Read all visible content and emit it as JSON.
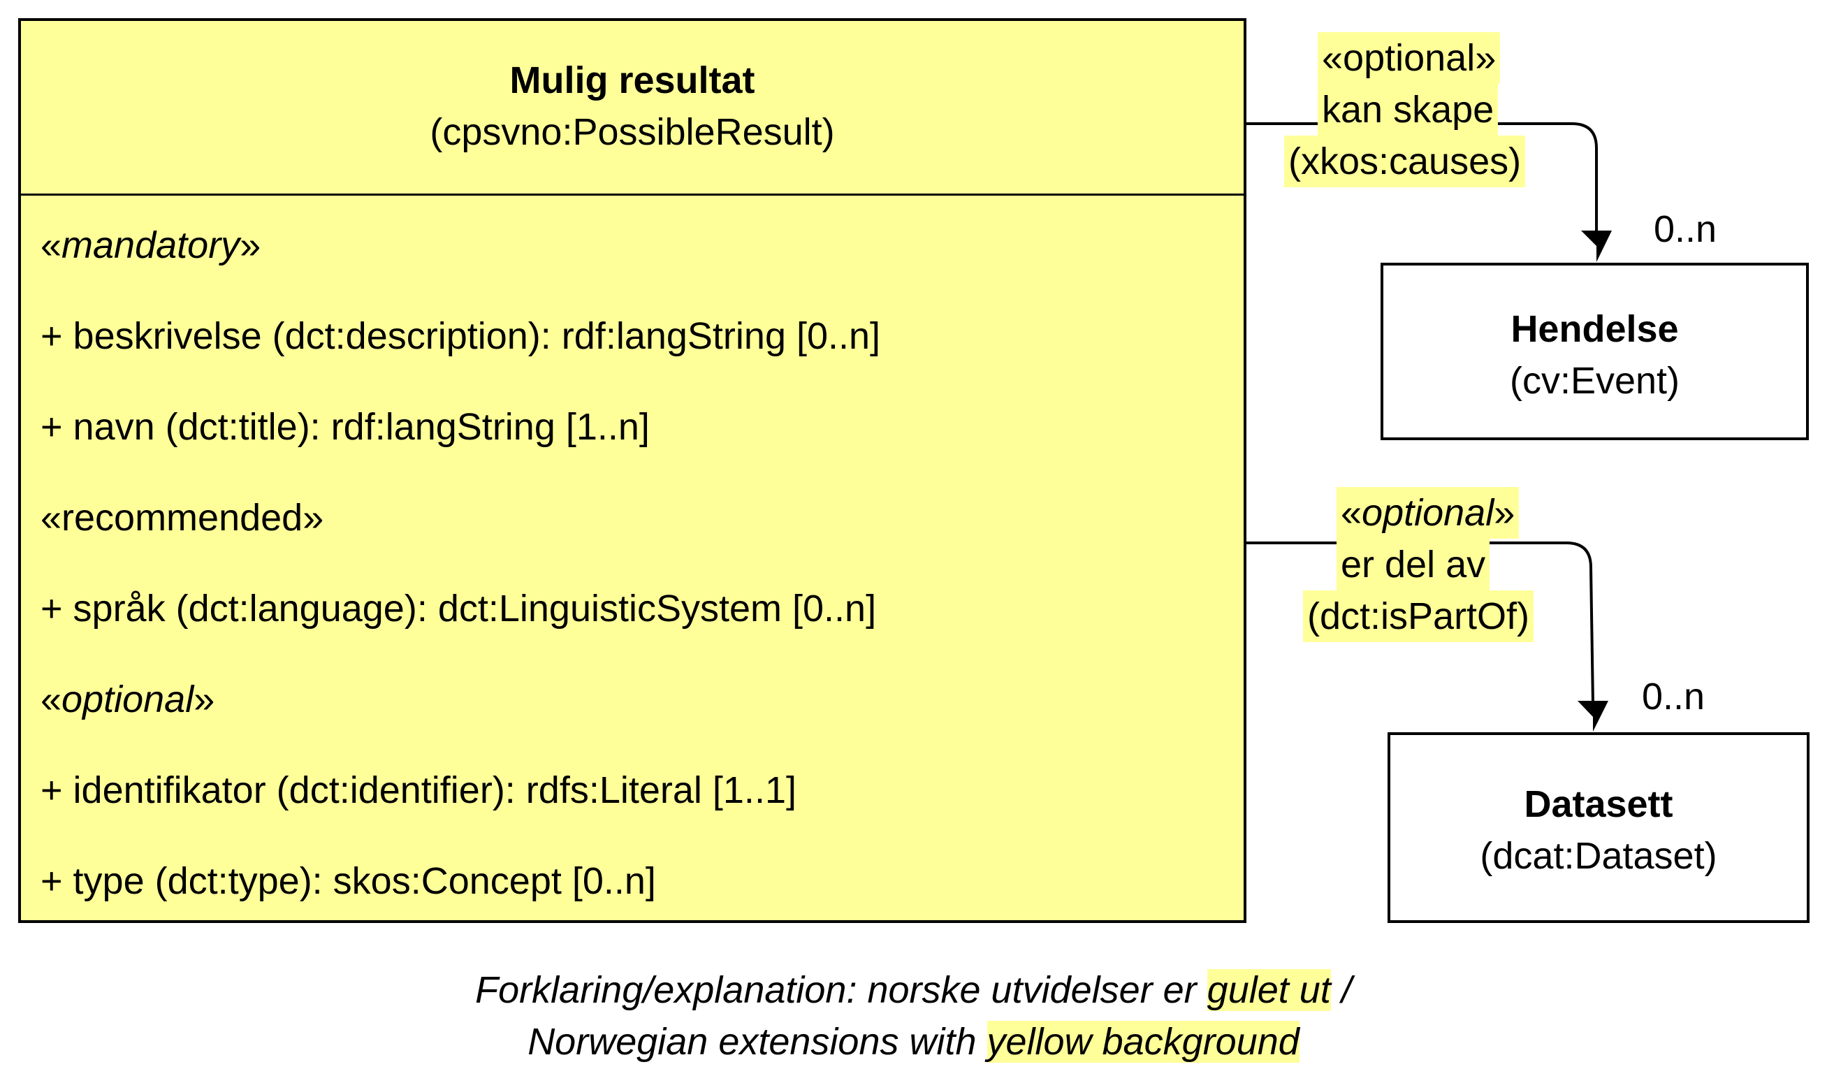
{
  "main_class": {
    "title": "Mulig resultat",
    "subtitle": "(cpsvno:PossibleResult)",
    "mandatory_open": "«",
    "mandatory_word": "mandatory",
    "mandatory_close": "»",
    "attr_beskrivelse": "+ beskrivelse (dct:description): rdf:langString [0..n]",
    "attr_navn": "+ navn (dct:title): rdf:langString [1..n]",
    "recommended_label": "«recommended»",
    "attr_sprak": "+ språk (dct:language): dct:LinguisticSystem [0..n]",
    "optional_open": "«",
    "optional_word": "optional",
    "optional_close": "»",
    "attr_identifikator": "+ identifikator (dct:identifier): rdfs:Literal [1..1]",
    "attr_type": "+ type (dct:type): skos:Concept [0..n]"
  },
  "hendelse": {
    "title": "Hendelse",
    "subtitle": "(cv:Event)"
  },
  "datasett": {
    "title": "Datasett",
    "subtitle": "(dcat:Dataset)"
  },
  "assoc_causes": {
    "stereotype": "«optional»",
    "label": "kan skape",
    "property": "(xkos:causes)",
    "multiplicity": "0..n"
  },
  "assoc_ispartof": {
    "stereotype_open": "«",
    "stereotype_word": "optional",
    "stereotype_close": "»",
    "label": "er del av",
    "property": "(dct:isPartOf)",
    "multiplicity": "0..n"
  },
  "caption": {
    "line1_start": "Forklaring/explanation: norske utvidelser er ",
    "line1_highlight": "gulet ut",
    "line1_end": " /",
    "line2_start": "Norwegian extensions with ",
    "line2_highlight": "yellow background"
  },
  "colors": {
    "highlight": "#ffff99",
    "border": "#000000",
    "background": "#ffffff"
  }
}
